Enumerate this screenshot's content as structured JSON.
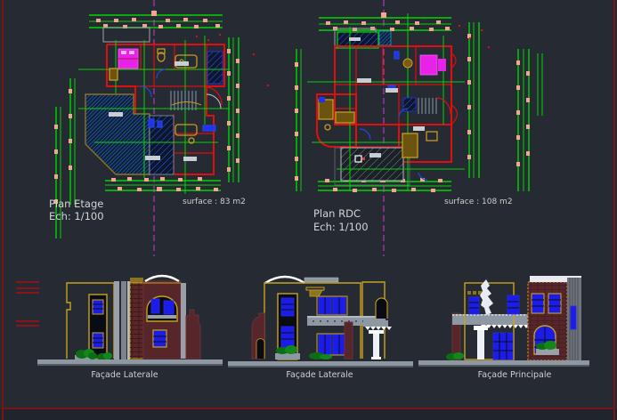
{
  "canvas": {
    "background": "#252a33",
    "frame_color": "#7a1416",
    "app_hint": "CAD viewport with architectural drawing"
  },
  "palette": {
    "walls_red": "#e00e0e",
    "dimension_green": "#00d400",
    "tick_salmon": "#f2a692",
    "centerline_magenta": "#d23bd2",
    "furniture_magenta": "#ee22ee",
    "fixture_yellow": "#c89a1e",
    "facade_outline_yellow": "#c8a11e",
    "masonry_maroon": "#57262b",
    "glass_blue": "#1c1ce8",
    "concrete_gray": "#8d98a2",
    "text_gray": "#d4d4d4"
  },
  "plans": [
    {
      "id": "plan-etage",
      "title": "Plan Etage",
      "scale_label": "Ech: 1/100",
      "surface_label": "surface :  83 m2"
    },
    {
      "id": "plan-rdc",
      "title": "Plan RDC",
      "scale_label": "Ech: 1/100",
      "surface_label": "surface : 108 m2"
    }
  ],
  "facades": [
    {
      "id": "facade-laterale-1",
      "label": "Façade Laterale"
    },
    {
      "id": "facade-laterale-2",
      "label": "Façade Laterale"
    },
    {
      "id": "facade-principale",
      "label": "Façade Principale"
    }
  ]
}
